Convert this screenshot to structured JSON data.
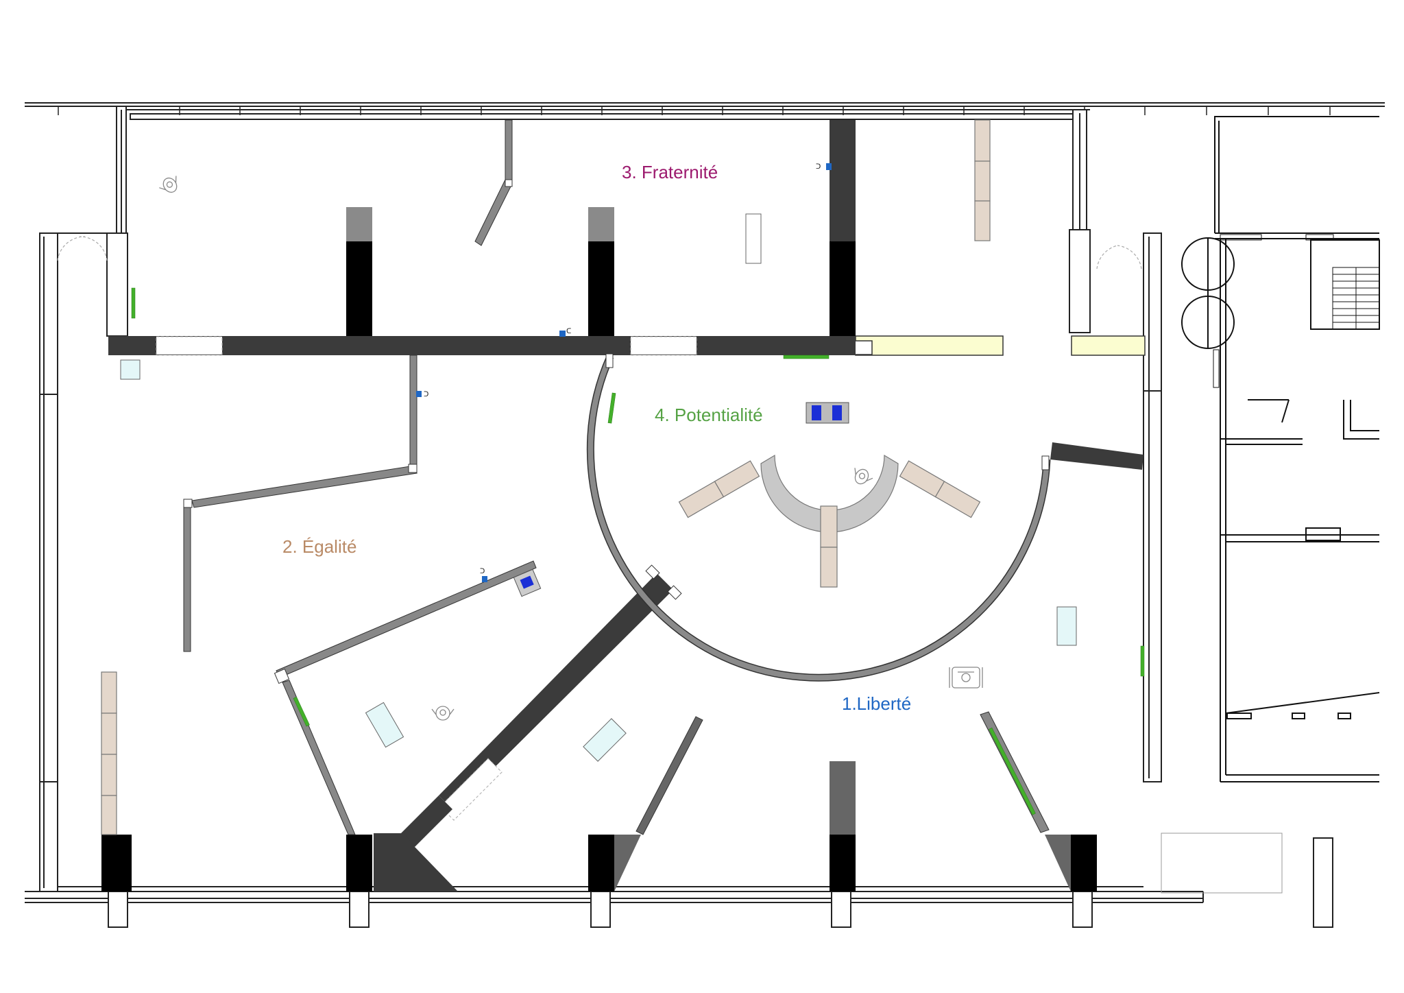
{
  "rooms": {
    "fraternite": {
      "label": "3. Fraternité",
      "color": "#9c1a6e"
    },
    "egalite": {
      "label": "2. Égalité",
      "color": "#b98a66"
    },
    "potentialite": {
      "label": "4. Potentialité",
      "color": "#55a244"
    },
    "liberte": {
      "label": "1.Liberté",
      "color": "#1f67c4"
    }
  },
  "colors": {
    "wall_dark": "#3b3b3b",
    "wall_black": "#000000",
    "wall_gray": "#8a8a8a",
    "partition": "#888888",
    "bench": "#e4d7cb",
    "vitrine": "#e4f7f8",
    "green_panel": "#43b02a",
    "yellow_zone": "#fbfdd0",
    "screen_blue": "#1b2fd6"
  }
}
